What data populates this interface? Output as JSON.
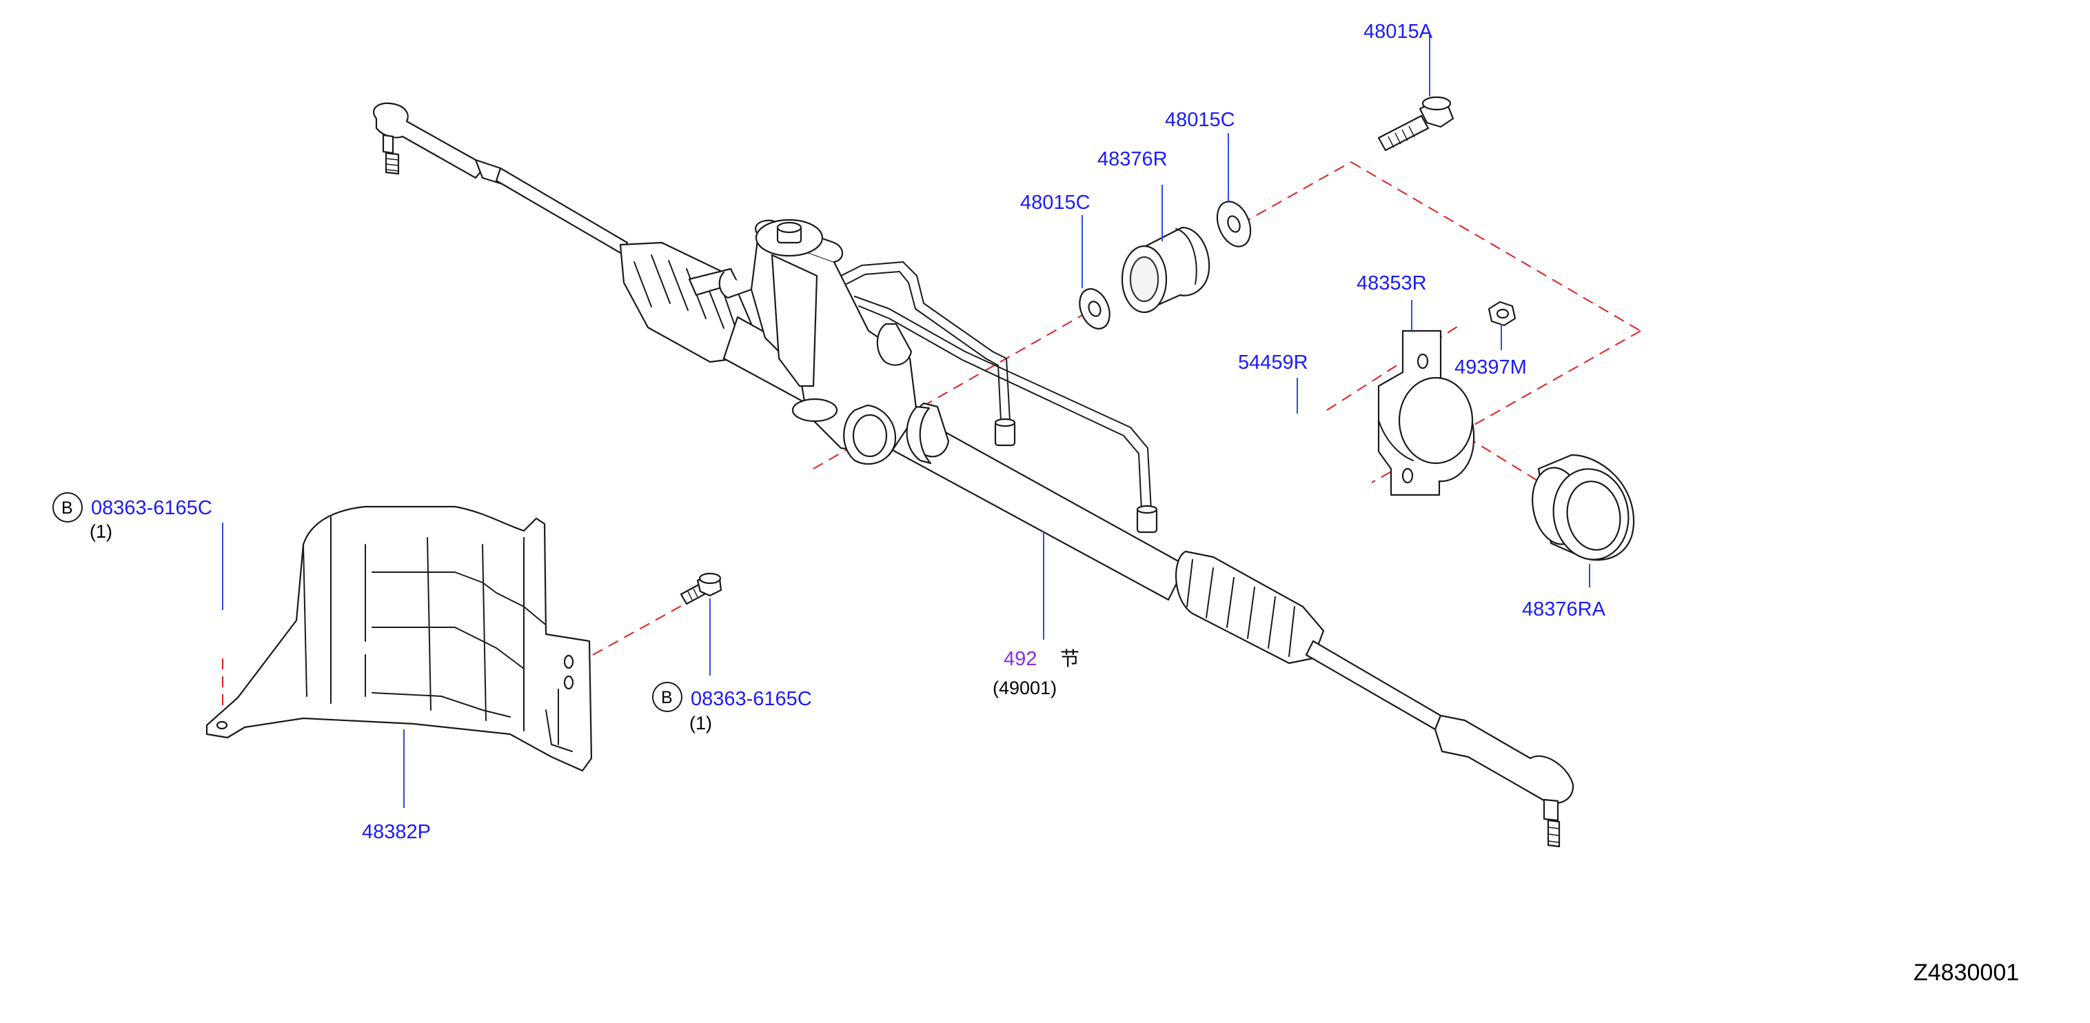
{
  "diagram": {
    "drawing_id": "Z4830001",
    "colors": {
      "part_number": "#1a1aff",
      "highlight_part": "#8a2be2",
      "leader_line": "#2b4fd9",
      "dashed_line": "#e02020",
      "drawing_line": "#1a1a1a"
    },
    "parts": {
      "p_48015A": "48015A",
      "p_48015C_top": "48015C",
      "p_48376R": "48376R",
      "p_48015C_left": "48015C",
      "p_48353R": "48353R",
      "p_54459R": "54459R",
      "p_49397M": "49397M",
      "p_48376RA": "48376RA",
      "p_492": "492",
      "p_492_ref": "(49001)",
      "p_492_mark": "节",
      "p_48382P": "48382P"
    },
    "bolt_left": {
      "callout": "B",
      "part": "08363-6165C",
      "qty": "(1)"
    },
    "bolt_right": {
      "callout": "B",
      "part": "08363-6165C",
      "qty": "(1)"
    }
  }
}
